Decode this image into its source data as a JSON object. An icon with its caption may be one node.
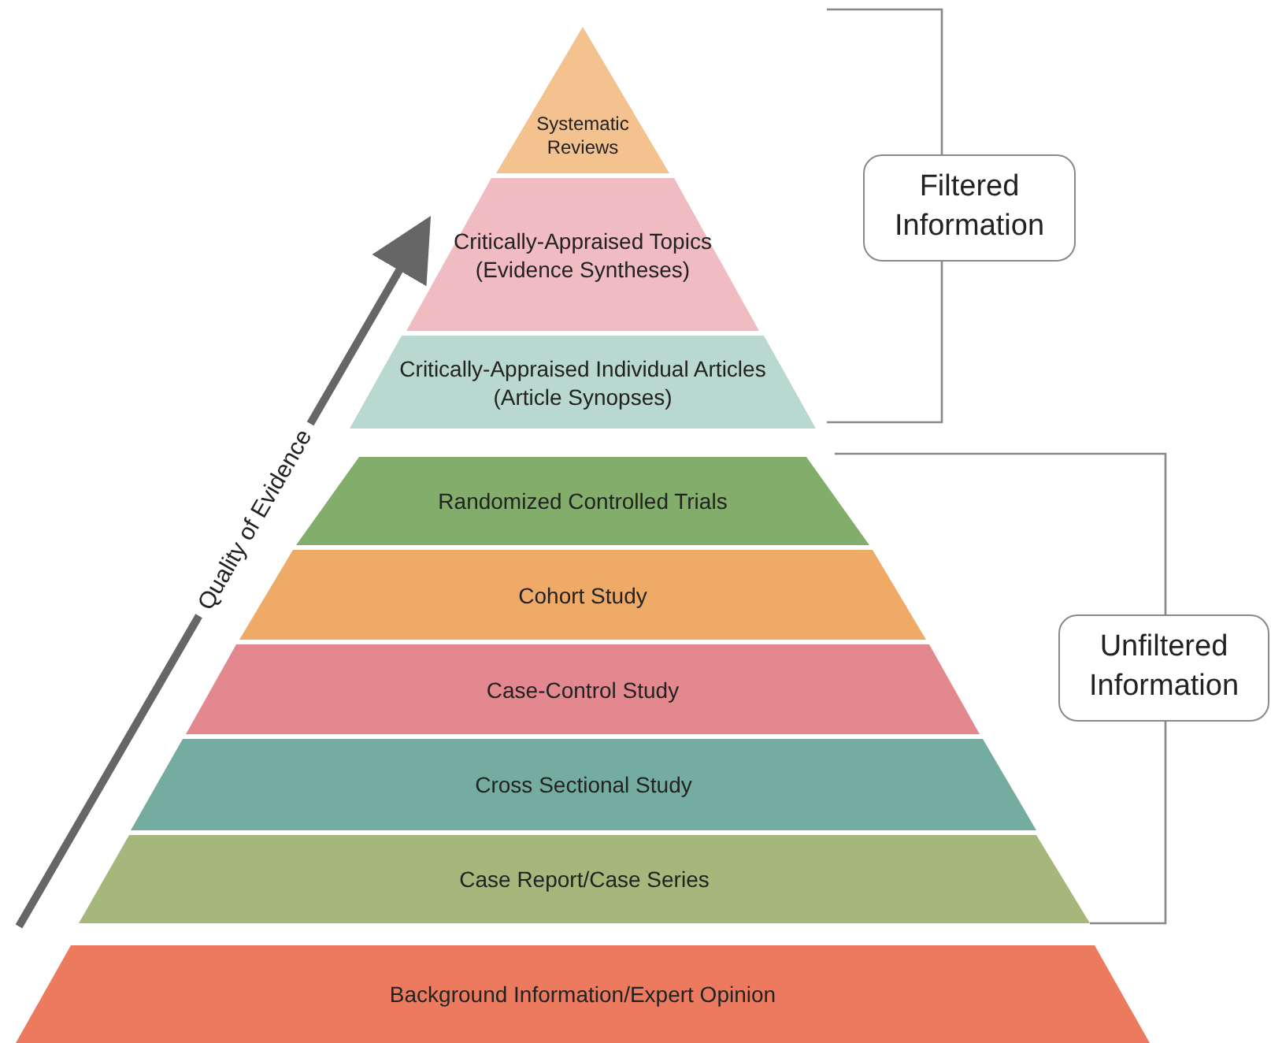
{
  "diagram": {
    "nodes": [
      {
        "text": [
          "Systematic Reviews"
        ]
      },
      {
        "text": [
          "Critically-Appraised Topics (Evidence Syntheses)"
        ]
      },
      {
        "text": [
          "Critically-Appraised Individual Articles (Article Synopses)"
        ]
      },
      {
        "text": [
          "Randomized Controlled Trials"
        ]
      },
      {
        "text": [
          "Cohort Study"
        ]
      },
      {
        "text": [
          "Case-Control Study"
        ]
      },
      {
        "text": [
          "Cross Sectional Study"
        ]
      },
      {
        "text": [
          "Case Report/Case Series"
        ]
      },
      {
        "text": [
          "Background Information/Expert Opinion"
        ]
      },
      {
        "text": [
          "Filtered Information"
        ]
      },
      {
        "text": [
          "Unfiltered Information"
        ]
      }
    ],
    "labels": [
      "Quality of Evidence"
    ]
  }
}
